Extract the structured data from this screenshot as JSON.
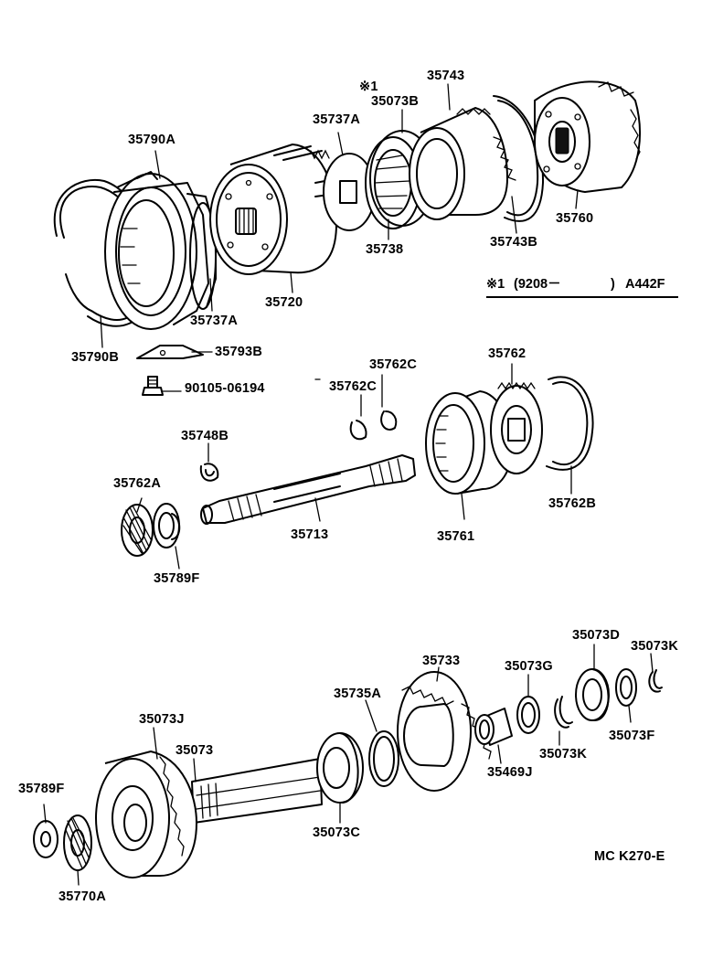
{
  "diagram": {
    "code": "MC K270-E",
    "note": {
      "mark": "※1",
      "range": "(9208－",
      "range_end": ")",
      "model": "A442F"
    },
    "labels": {
      "p35790A": "35790A",
      "p35737A_top": "35737A",
      "p35073B": "35073B",
      "p35073B_mark": "※1",
      "p35743": "35743",
      "p35738": "35738",
      "p35743B": "35743B",
      "p35760": "35760",
      "p35720": "35720",
      "p35737A_bottom": "35737A",
      "p35790B": "35790B",
      "p35793B": "35793B",
      "p90105": "90105-06194",
      "p35762C_right": "35762C",
      "p35762C_left": "35762C",
      "p35762": "35762",
      "p35748B": "35748B",
      "p35762A": "35762A",
      "p35713": "35713",
      "p35761": "35761",
      "p35762B": "35762B",
      "p35789F_top": "35789F",
      "p35073D": "35073D",
      "p35073K_right": "35073K",
      "p35733": "35733",
      "p35073G": "35073G",
      "p35735A": "35735A",
      "p35073J": "35073J",
      "p35073": "35073",
      "p35469J": "35469J",
      "p35073K_left": "35073K",
      "p35073F": "35073F",
      "p35789F_bottom": "35789F",
      "p35073C": "35073C",
      "p35770A": "35770A"
    }
  }
}
